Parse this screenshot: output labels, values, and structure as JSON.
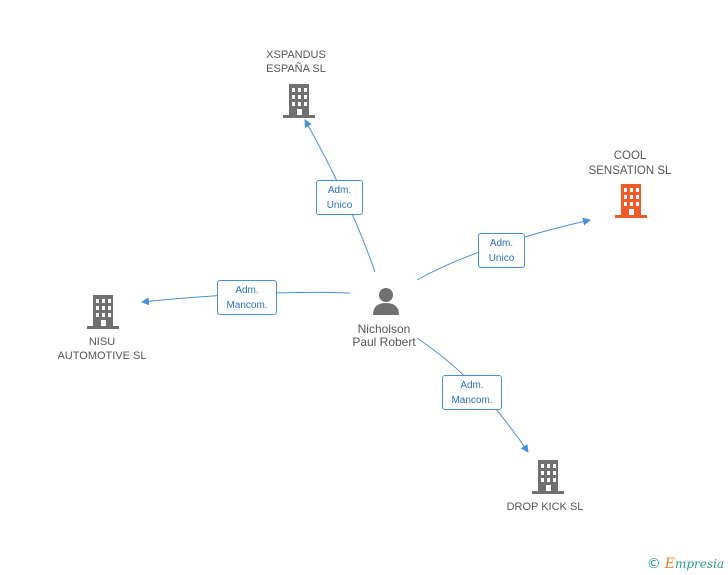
{
  "nodes": {
    "xspandus": {
      "line1": "XSPANDUS",
      "line2": "ESPAÑA SL"
    },
    "cool": {
      "line1": "COOL",
      "line2": "SENSATION SL"
    },
    "nisu": {
      "line1": "NISU",
      "line2": "AUTOMOTIVE SL"
    },
    "dropkick": {
      "line1": "DROP KICK SL"
    },
    "person": {
      "line1": "Nicholson",
      "line2": "Paul Robert"
    }
  },
  "edges": {
    "xspandus": {
      "line1": "Adm.",
      "line2": "Unico"
    },
    "cool": {
      "line1": "Adm.",
      "line2": "Unico"
    },
    "nisu": {
      "line1": "Adm.",
      "line2": "Mancom."
    },
    "dropkick": {
      "line1": "Adm.",
      "line2": "Mancom."
    }
  },
  "footer": {
    "copyright": "©",
    "brand_initial": "E",
    "brand_rest": "mpresia"
  },
  "colors": {
    "edge": "#4a90d9",
    "building": "#707070",
    "focus_building": "#f05a28",
    "person": "#707070"
  },
  "icons": {
    "company": "building-icon",
    "person": "person-icon"
  }
}
